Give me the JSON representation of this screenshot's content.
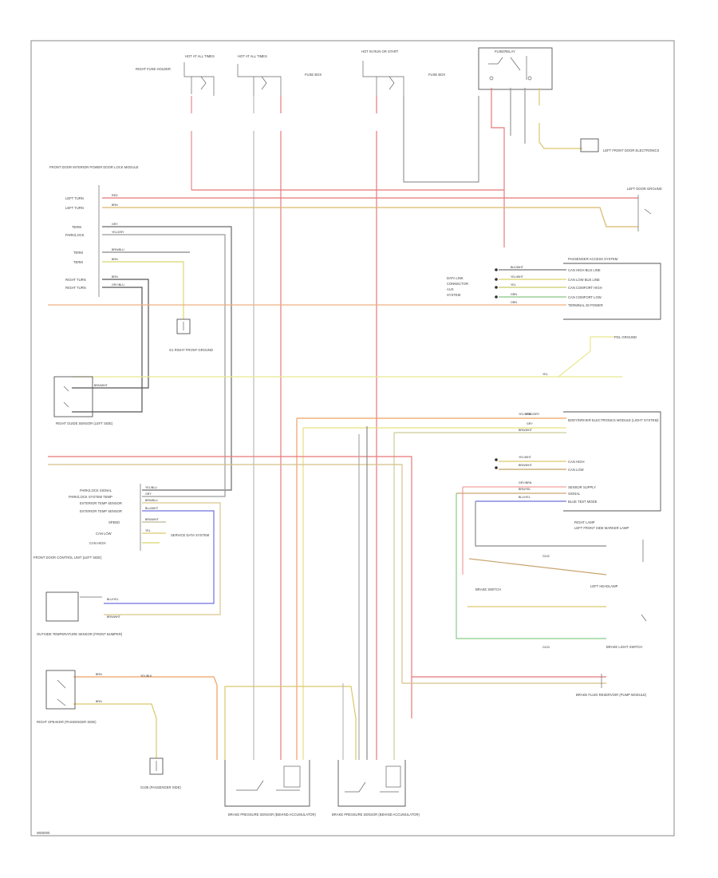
{
  "diagram": {
    "footer_code": "WD0000",
    "top_fuses": {
      "left_label": "HOT AT ALL TIMES",
      "left_sub": "RIGHT FUSE HOLDER",
      "mid_label": "HOT AT ALL TIMES",
      "mid_sub": "FUSE BOX",
      "right_label": "HOT IN RUN OR START",
      "right_sub": "FUSE BOX",
      "relay_label": "FUSE/RELAY"
    },
    "left_module": {
      "title": "FRONT DOOR INTERIOR POWER DOOR LOCK MODULE",
      "pins": [
        "LEFT TURN",
        "LEFT TURN",
        "TERM",
        "PARK/LOCK",
        "TERM",
        "TERM",
        "RIGHT TURN",
        "RIGHT TURN"
      ],
      "wire_labels": [
        "RED",
        "BRN",
        "GRY",
        "YEL/GRY",
        "BRN/BLU",
        "BRN",
        "BRN",
        "GRY/BLU"
      ]
    },
    "right_top": {
      "ground_label": "LEFT DOOR GROUND",
      "connector_label": "LEFT FRONT DOOR ELECTRONICS",
      "module_title": "PASSENGER ACCESS SYSTEM",
      "module_pins": [
        "CAN HIGH BUS LINE",
        "CAN LOW BUS LINE",
        "CAN COMFORT HIGH",
        "CAN COMFORT LOW",
        "TERMINAL 30 POWER"
      ],
      "wire_labels": [
        "BLK/WHT",
        "YEL/WHT",
        "YEL",
        "GRN",
        "ORN"
      ],
      "side_labels": [
        "DATA LINK",
        "CONNECTOR",
        "AUX",
        "SYSTEM"
      ]
    },
    "middle": {
      "left_ground": "G1 RIGHT FRONT GROUND",
      "sensor_label": "RIGHT GUIDE SENSOR (LEFT SIDE)",
      "ground_right_label": "PGL GROUND",
      "yel_label": "YEL",
      "gry_label": "GRY",
      "red_gry_label": "RED/GRY",
      "brn_wht_label": "BRN/WHT"
    },
    "right_mid": {
      "module_title": "BODY/DRIVER ELECTRONICS MODULE (LIGHT SYSTEM)",
      "pins": [
        "CAN HIGH",
        "CAN LOW",
        "SENSOR SUPPLY",
        "SIGNAL",
        "BLUE TEST MODE"
      ],
      "wire_labels": [
        "YEL/BRN",
        "BRN/WHT",
        "YEL/WHT",
        "BRN/WHT",
        "GRY/BRN",
        "BRN/YEL",
        "BLU/YEL"
      ],
      "lower_labels": [
        "RIGHT LAMP",
        "LEFT FRONT SIDE MARKER LAMP",
        "BRAKE SWITCH",
        "LEFT HEADLAMP",
        "BRAKE LIGHT SWITCH"
      ],
      "ground_labels": [
        "G102",
        "G103"
      ]
    },
    "left_mid": {
      "module_title": "FRONT DOOR CONTROL UNIT (LEFT SIDE)",
      "pins": [
        "PARK/LOCK SIGNAL",
        "PARK/LOCK SYSTEM TEMP",
        "EXTERIOR TEMP SENSOR",
        "EXTERIOR TEMP SENSOR",
        "SPEED"
      ],
      "wire_labels": [
        "YEL/BLU",
        "GRY",
        "BRN/BLU",
        "BLU/WHT",
        "BRN/WHT",
        "YEL"
      ],
      "extra_labels": [
        "CAN LOW",
        "CAN HIGH"
      ],
      "right_label": "SERVICE DATA SYSTEM"
    },
    "left_lower": {
      "sensor_label": "OUTSIDE TEMPERATURE SENSOR (FRONT BUMPER)",
      "wire_labels": [
        "BLU/YEL",
        "BRN/WHT"
      ],
      "speaker_label": "RIGHT SPEAKER (PASSENGER SIDE)",
      "speaker_wires": [
        "BRN",
        "BRN"
      ],
      "ground_label": "G105 (PASSENGER SIDE)",
      "yel_label": "YEL/BLK"
    },
    "bottom": {
      "left_module": "BRAKE PRESSURE SENSOR (BEHIND ACCUMULATOR)",
      "right_module": "BRAKE PRESSURE SENSOR (BEHIND ACCUMULATOR)",
      "right_bottom_label": "BRAKE FLUID RESERVOIR (PUMP MODULE)"
    }
  }
}
